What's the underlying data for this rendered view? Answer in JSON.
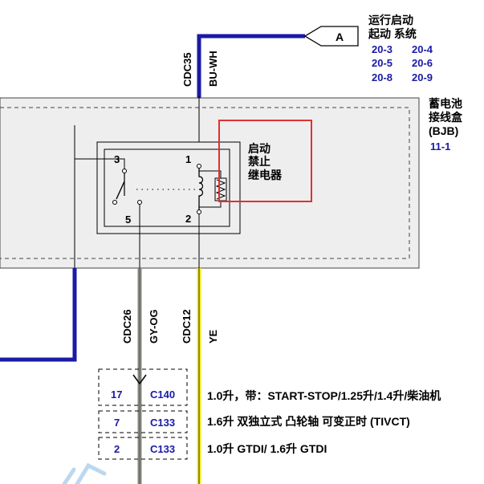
{
  "colors": {
    "wire_blue": "#1a1aa6",
    "wire_yellow": "#f2ea1a",
    "wire_gray": "#8a8a80",
    "box_fill": "#eeeeee",
    "highlight": "#e03030",
    "ref_text": "#1a1aa6"
  },
  "connector_a": {
    "label": "A",
    "title_line1": "运行启动",
    "title_line2": "起动 系统",
    "refs": [
      "20-3",
      "20-4",
      "20-5",
      "20-6",
      "20-8",
      "20-9"
    ]
  },
  "top_wire": {
    "circuit": "CDC35",
    "color_code": "BU-WH"
  },
  "bjb": {
    "name_line1": "蓄电池",
    "name_line2": "接线盒",
    "name_line3": "(BJB)",
    "ref": "11-1"
  },
  "relay": {
    "label_line1": "启动",
    "label_line2": "禁止",
    "label_line3": "继电器",
    "pins": [
      "3",
      "1",
      "5",
      "2"
    ]
  },
  "lower_wires": [
    {
      "circuit": "CDC26",
      "color_code": "GY-OG"
    },
    {
      "circuit": "CDC12",
      "color_code": "YE"
    }
  ],
  "connectors": [
    {
      "pin": "17",
      "name": "C140",
      "description": "1.0升，带：START-STOP/1.25升/1.4升/柴油机"
    },
    {
      "pin": "7",
      "name": "C133",
      "description": "1.6升 双独立式 凸轮轴 可变正时 (TIVCT)"
    },
    {
      "pin": "2",
      "name": "C133",
      "description": "1.0升 GTDI/ 1.6升 GTDI"
    }
  ]
}
